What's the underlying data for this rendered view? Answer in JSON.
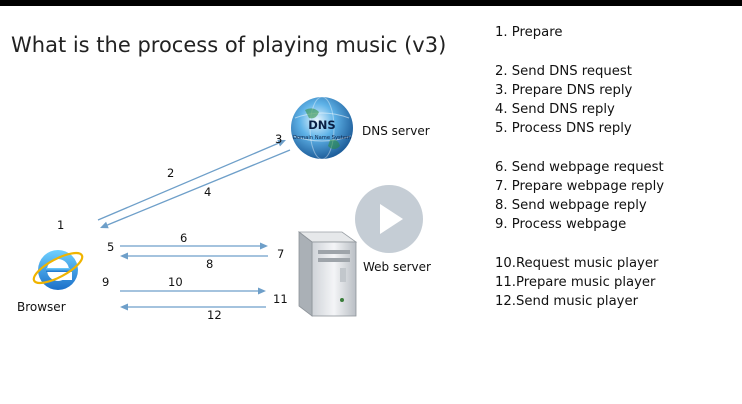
{
  "title": "What is the process of playing music (v3)",
  "dns": {
    "logo_text": "DNS",
    "logo_subtext": "Domain Name System",
    "label": "DNS server"
  },
  "web_server": {
    "label": "Web server"
  },
  "browser": {
    "label": "Browser"
  },
  "arrow_numbers": [
    "1",
    "2",
    "3",
    "4",
    "5",
    "6",
    "7",
    "8",
    "9",
    "10",
    "11",
    "12"
  ],
  "steps": [
    "1.  Prepare",
    "2.  Send DNS request",
    "3.  Prepare DNS reply",
    "4.  Send DNS reply",
    "5.  Process DNS reply",
    "6.  Send webpage request",
    "7.  Prepare webpage reply",
    "8.  Send webpage reply",
    "9.  Process webpage",
    "10.Request music player",
    "11.Prepare music player",
    "12.Send music player"
  ],
  "colors": {
    "arrow": "#6e9fc9",
    "globe": "#2f7fc4",
    "play_button": "#b8c2cc"
  },
  "icons": {
    "dns": "dns-globe-icon",
    "browser": "internet-explorer-icon",
    "server": "server-tower-icon",
    "play": "play-icon"
  }
}
